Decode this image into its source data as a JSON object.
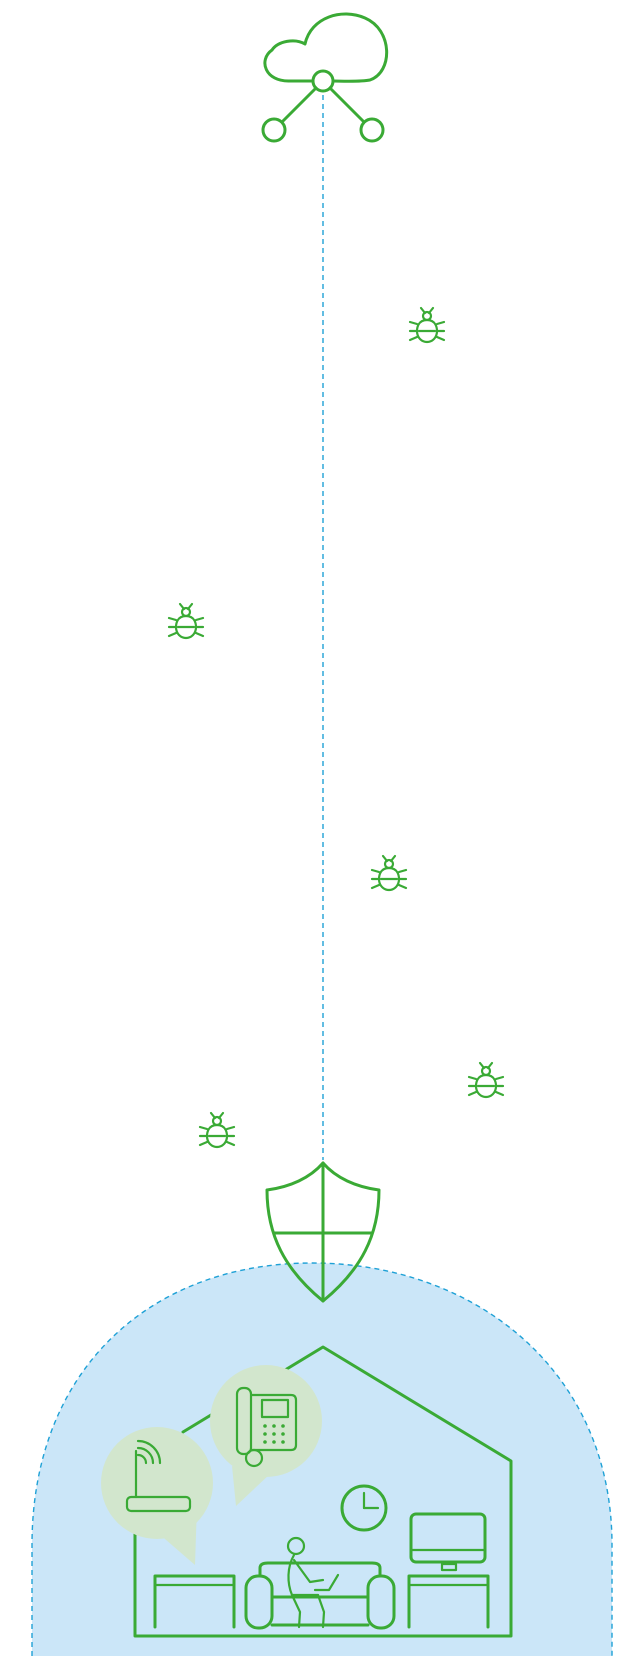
{
  "diagram": {
    "nodes": [
      {
        "id": "cloud",
        "icon": "cloud-network-icon"
      },
      {
        "id": "shield",
        "icon": "shield-icon"
      },
      {
        "id": "home",
        "icon": "house-icon"
      }
    ],
    "threats": [
      {
        "icon": "bug-icon"
      },
      {
        "icon": "bug-icon"
      },
      {
        "icon": "bug-icon"
      },
      {
        "icon": "bug-icon"
      },
      {
        "icon": "bug-icon"
      }
    ],
    "home_devices": [
      {
        "icon": "router-icon"
      },
      {
        "icon": "desk-phone-icon"
      },
      {
        "icon": "clock-icon"
      },
      {
        "icon": "monitor-icon"
      },
      {
        "icon": "person-on-sofa-icon"
      }
    ],
    "colors": {
      "line_green": "#3aaa35",
      "zone_blue": "#cbe6f8",
      "dash_blue": "#1fa1d6",
      "bubble_green": "#d2e6cd"
    }
  }
}
